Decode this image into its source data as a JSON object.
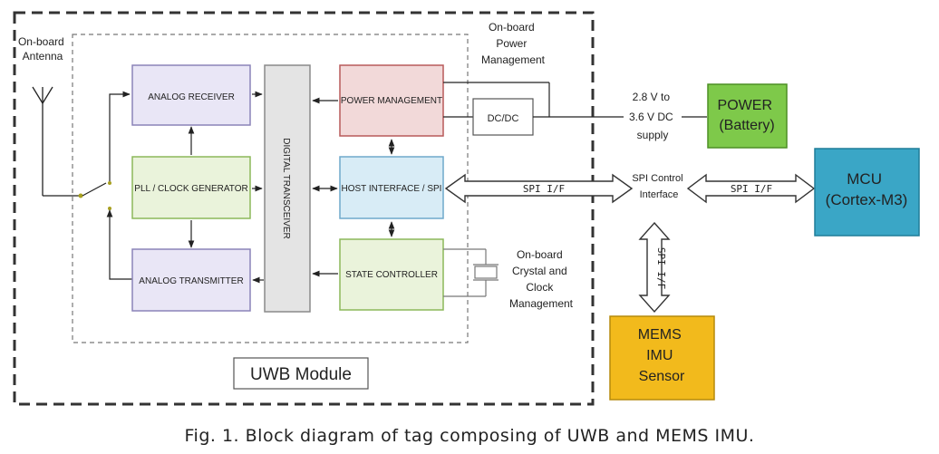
{
  "uwb_module": {
    "label": "UWB Module"
  },
  "labels": {
    "antenna": [
      "On-board",
      "Antenna"
    ],
    "onboard_power": [
      "On-board",
      "Power",
      "Management"
    ],
    "supply": [
      "2.8 V to",
      "3.6 V DC",
      "supply"
    ],
    "spi_control": [
      "SPI Control",
      "Interface"
    ],
    "crystal": [
      "On-board",
      "Crystal and",
      "Clock",
      "Management"
    ]
  },
  "blocks": {
    "analog_receiver": "ANALOG RECEIVER",
    "pll_clock_generator": "PLL / CLOCK GENERATOR",
    "analog_transmitter": "ANALOG TRANSMITTER",
    "digital_transceiver": "DIGITAL TRANSCEIVER",
    "power_management": "POWER MANAGEMENT",
    "host_interface_spi": "HOST INTERFACE / SPI",
    "state_controller": "STATE CONTROLLER",
    "dcdc": "DC/DC"
  },
  "external": {
    "power": [
      "POWER",
      "(Battery)"
    ],
    "mcu": [
      "MCU",
      "(Cortex-M3)"
    ],
    "mems": [
      "MEMS",
      "IMU",
      "Sensor"
    ]
  },
  "arrows": {
    "spi_left": "SPI I/F",
    "spi_right": "SPI I/F",
    "spi_vertical": "SPI I/F"
  },
  "colors": {
    "analog": "#e9e6f6",
    "analog_border": "#8b84b8",
    "pll": "#eaf3db",
    "pll_border": "#8cb85a",
    "power_mgmt": "#f2d9d9",
    "power_mgmt_border": "#b85a5a",
    "host": "#d8ecf6",
    "host_border": "#6fa9cc",
    "power_battery": "#7ec94a",
    "mcu": "#3aa6c6",
    "mems": "#f2ba1c"
  },
  "caption": "Fig. 1. Block diagram of tag composing of UWB and MEMS IMU."
}
